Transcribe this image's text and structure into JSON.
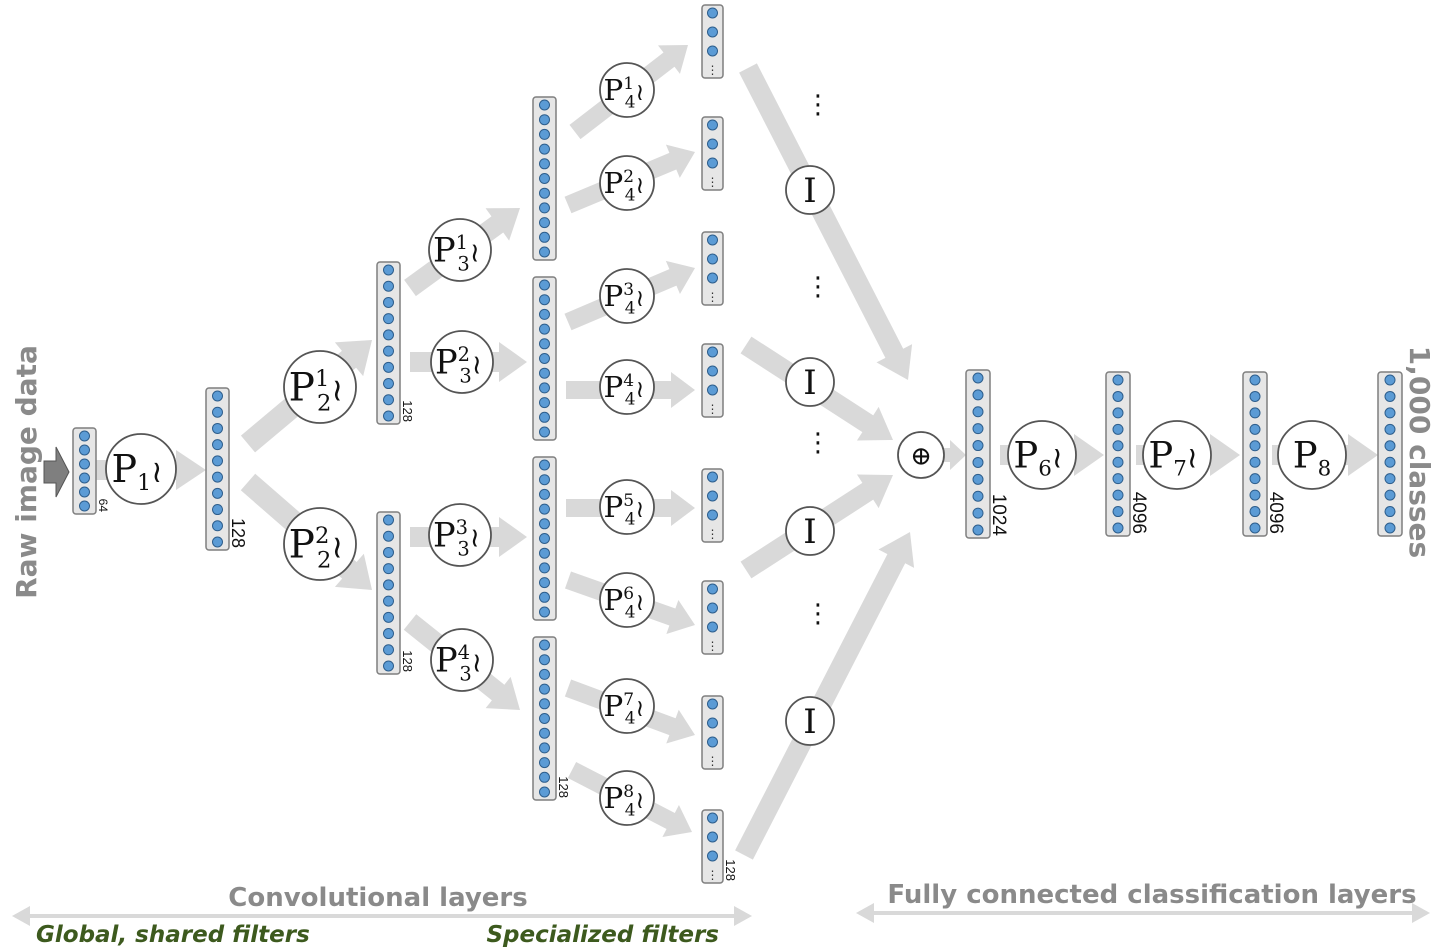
{
  "input_label": "Raw image data",
  "output_label": "1,000 classes",
  "conv_section_label": "Convolutional layers",
  "fc_section_label": "Fully connected classification layers",
  "global_filters_label": "Global, shared filters",
  "specialized_filters_label": "Specialized filters",
  "layer_sizes": {
    "l0": "64",
    "l1": "128",
    "l2": "128",
    "l3": "128",
    "l4": "128",
    "fc1": "1024",
    "fc2": "4096",
    "fc3": "4096"
  },
  "operators": {
    "p1": {
      "base": "P",
      "sub": "1",
      "sup": "",
      "tilde": true
    },
    "p2_1": {
      "base": "P",
      "sub": "2",
      "sup": "1",
      "tilde": true
    },
    "p2_2": {
      "base": "P",
      "sub": "2",
      "sup": "2",
      "tilde": true
    },
    "p3_1": {
      "base": "P",
      "sub": "3",
      "sup": "1",
      "tilde": true
    },
    "p3_2": {
      "base": "P",
      "sub": "3",
      "sup": "2",
      "tilde": true
    },
    "p3_3": {
      "base": "P",
      "sub": "3",
      "sup": "3",
      "tilde": true
    },
    "p3_4": {
      "base": "P",
      "sub": "3",
      "sup": "4",
      "tilde": true
    },
    "p4_1": {
      "base": "P",
      "sub": "4",
      "sup": "1",
      "tilde": true
    },
    "p4_2": {
      "base": "P",
      "sub": "4",
      "sup": "2",
      "tilde": true
    },
    "p4_3": {
      "base": "P",
      "sub": "4",
      "sup": "3",
      "tilde": true
    },
    "p4_4": {
      "base": "P",
      "sub": "4",
      "sup": "4",
      "tilde": true
    },
    "p4_5": {
      "base": "P",
      "sub": "4",
      "sup": "5",
      "tilde": true
    },
    "p4_6": {
      "base": "P",
      "sub": "4",
      "sup": "6",
      "tilde": true
    },
    "p4_7": {
      "base": "P",
      "sub": "4",
      "sup": "7",
      "tilde": true
    },
    "p4_8": {
      "base": "P",
      "sub": "4",
      "sup": "8",
      "tilde": true
    },
    "p6": {
      "base": "P",
      "sub": "6",
      "sup": "",
      "tilde": true
    },
    "p7": {
      "base": "P",
      "sub": "7",
      "sup": "",
      "tilde": true
    },
    "p8": {
      "base": "P",
      "sub": "8",
      "sup": "",
      "tilde": false
    }
  },
  "identity_symbol": "I",
  "concat_symbol": "⊕",
  "ellipsis": "⋮",
  "tilde_symbol": "≀",
  "colors": {
    "arrow": "#d9d9d9",
    "vector_fill": "#e6e6e6",
    "vector_stroke": "#7f7f7f",
    "node_fill": "#5b9bd5",
    "node_stroke": "#2e5e8c",
    "label_gray": "#8a8a8a",
    "label_green": "#3d5a1e",
    "input_arrow": "#7f7f7f"
  }
}
